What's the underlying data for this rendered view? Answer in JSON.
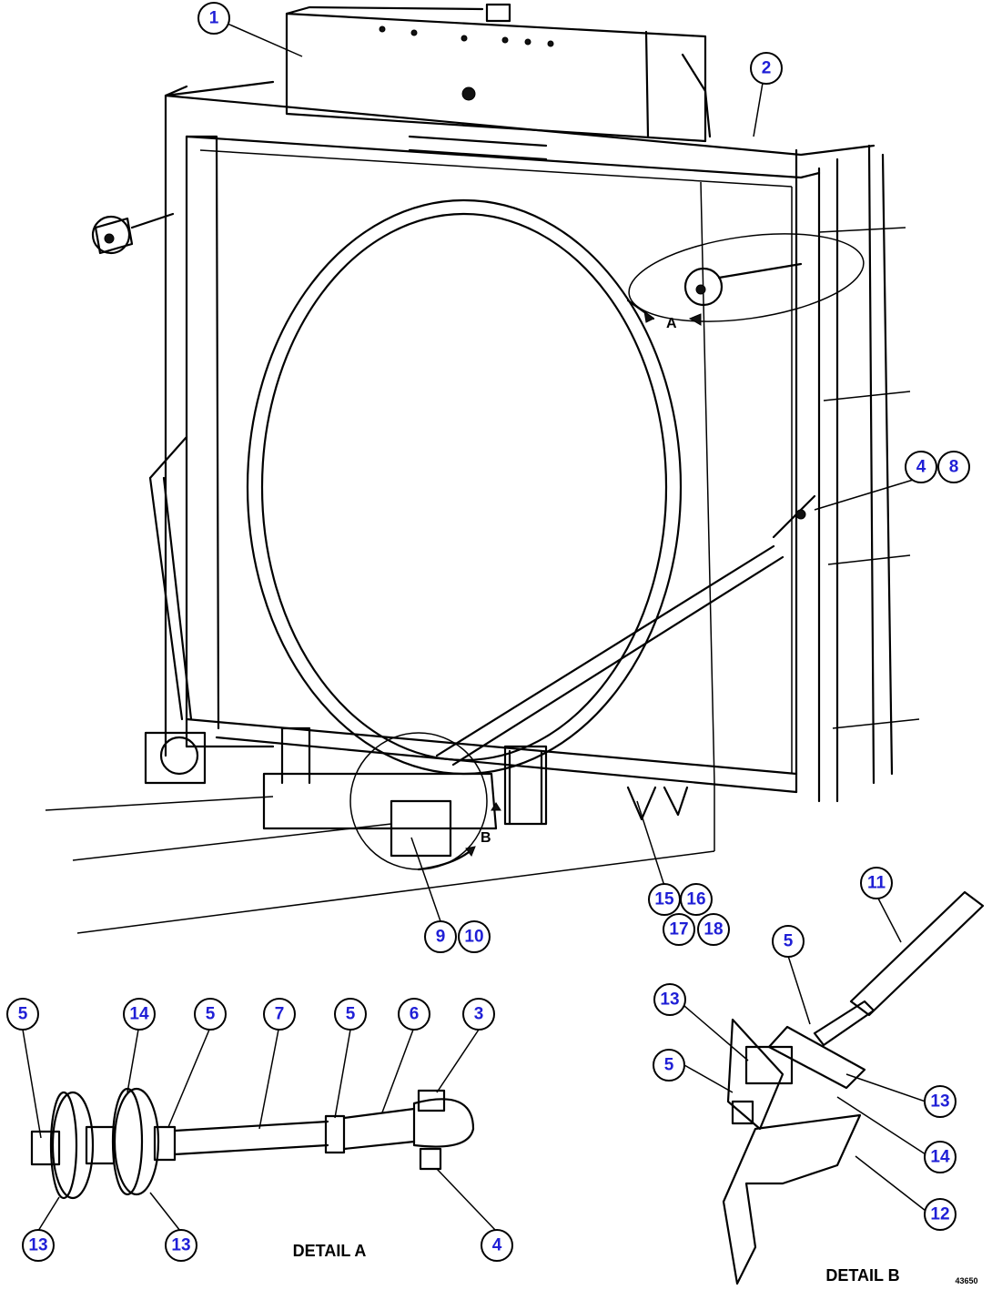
{
  "callouts": [
    "1",
    "2",
    "3",
    "4",
    "5",
    "6",
    "7",
    "8",
    "9",
    "10",
    "11",
    "12",
    "13",
    "14",
    "15",
    "16",
    "17",
    "18"
  ],
  "labels": {
    "detail_a": "DETAIL A",
    "detail_b": "DETAIL B",
    "view_a": "A",
    "view_b": "B",
    "figure_id": "43650"
  },
  "colors": {
    "callout_text": "#1f1fd6",
    "line": "#000000",
    "background": "#ffffff"
  }
}
